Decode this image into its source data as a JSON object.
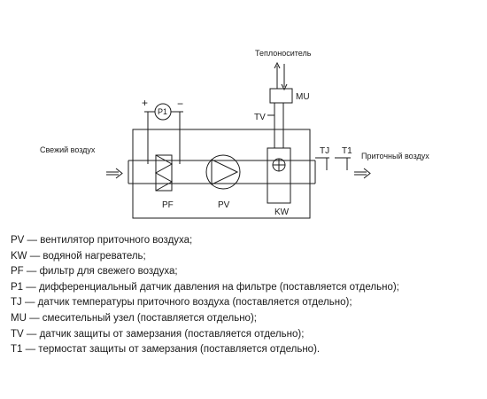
{
  "diagram": {
    "labels": {
      "heat_carrier": "Теплоноситель",
      "mixing_unit": "MU",
      "tv": "TV",
      "p1": "P1",
      "plus": "+",
      "minus": "−",
      "fresh_air": "Свежий воздух",
      "tj": "TJ",
      "t1": "T1",
      "supply_air": "Приточный воздух",
      "pf": "PF",
      "pv": "PV",
      "kw": "KW"
    }
  },
  "legend": [
    "PV — вентилятор приточного воздуха;",
    "KW — водяной нагреватель;",
    "PF — фильтр для свежего воздуха;",
    "P1 —  дифференциальный датчик давления на фильтре (поставляется отдельно);",
    "TJ — датчик температуры приточного воздуха (поставляется отдельно);",
    "MU — смесительный узел (поставляется отдельно);",
    "TV — датчик защиты от замерзания (поставляется отдельно);",
    "T1 — термостат защиты от замерзания (поставляется отдельно)."
  ]
}
